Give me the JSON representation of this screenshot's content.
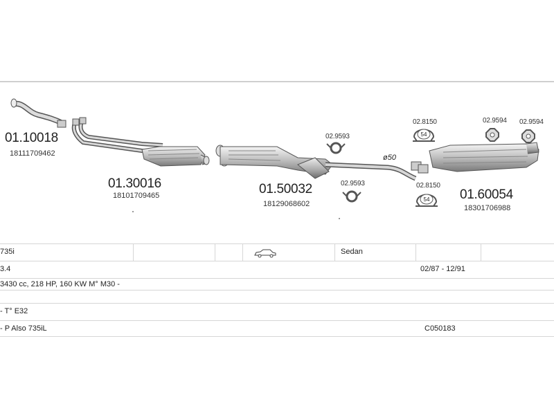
{
  "parts": {
    "p1": {
      "number": "01.10018",
      "oem": "18111709462"
    },
    "p2": {
      "number": "01.30016",
      "oem": "18101709465"
    },
    "p3": {
      "number": "01.50032",
      "oem": "18129068602"
    },
    "p4": {
      "number": "01.60054",
      "oem": "18301706988"
    }
  },
  "accessories": {
    "gasket_a": "02.9593",
    "gasket_b": "02.9593",
    "clamp_a": "02.8150",
    "clamp_b": "02.8150",
    "rubber_a": "02.9594",
    "rubber_b": "02.9594",
    "clamp_size": "54"
  },
  "diameter": "ø50",
  "spec": {
    "model": "735i",
    "body": "Sedan",
    "engine_l": "3.4",
    "dates": "02/87 - 12/91",
    "engine_details": "3430 cc, 218 HP, 160 KW M° M30 -",
    "chassis": "- T° E32",
    "note": "- P Also 735iL",
    "code": "C050183"
  },
  "colors": {
    "line": "#cfcfcf",
    "part_fill": "#e8e8e8",
    "part_stroke": "#555555"
  }
}
